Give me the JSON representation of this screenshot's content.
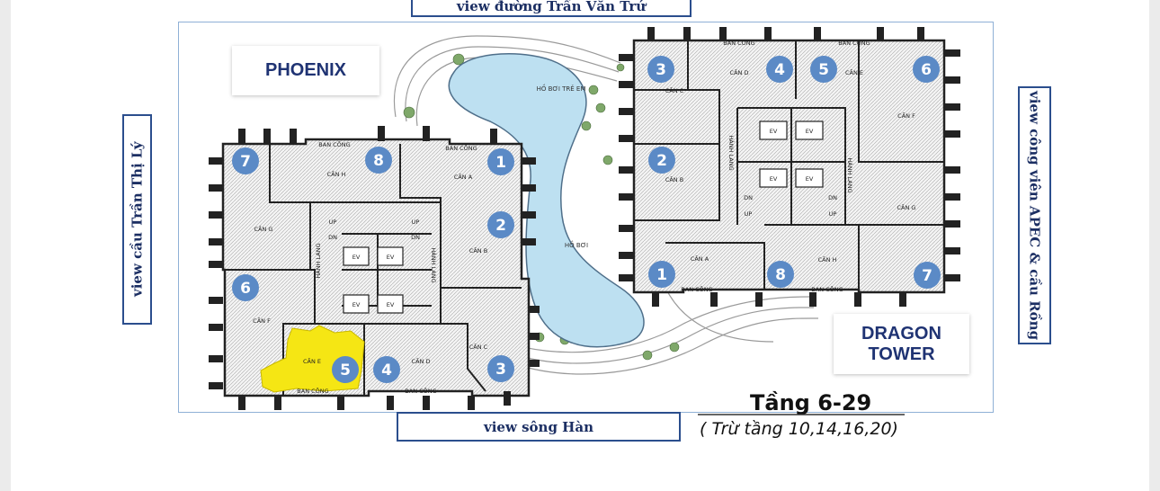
{
  "colors": {
    "frame": "#8fb0d6",
    "badge": "#5b8ac6",
    "pool": "#bde0f1",
    "wall": "#222222",
    "unit_highlight": "#f5e614",
    "label_border": "#2b4e8d",
    "label_text": "#1c2f63"
  },
  "views": {
    "top": "view đường Trần Văn Trứ",
    "bottom": "view sông Hàn",
    "left": "view cầu Trần Thị Lý",
    "right": "view công viên APEC & cầu Rồng"
  },
  "towers": {
    "phoenix": "PHOENIX",
    "dragon_line1": "DRAGON",
    "dragon_line2": "TOWER"
  },
  "floor": {
    "title": "Tầng 6-29",
    "note": "( Trừ tầng 10,14,16,20)"
  },
  "pool": {
    "kids": "HỒ BƠI TRẺ EM",
    "main": "HỒ BƠI"
  },
  "phoenix_units": [
    {
      "badge": "1",
      "label": "CĂN A"
    },
    {
      "badge": "2",
      "label": "CĂN B"
    },
    {
      "badge": "3",
      "label": "CĂN C"
    },
    {
      "badge": "4",
      "label": "CĂN D"
    },
    {
      "badge": "5",
      "label": "CĂN E"
    },
    {
      "badge": "6",
      "label": "CĂN F"
    },
    {
      "badge": "7",
      "label": "CĂN G"
    },
    {
      "badge": "8",
      "label": "CĂN H"
    }
  ],
  "dragon_units": [
    {
      "badge": "1",
      "label": "CĂN A"
    },
    {
      "badge": "2",
      "label": "CĂN B"
    },
    {
      "badge": "3",
      "label": "CĂN C"
    },
    {
      "badge": "4",
      "label": "CĂN D"
    },
    {
      "badge": "5",
      "label": "CĂN E"
    },
    {
      "badge": "6",
      "label": "CĂN F"
    },
    {
      "badge": "7",
      "label": "CĂN G"
    },
    {
      "badge": "8",
      "label": "CĂN H"
    }
  ],
  "rooms": {
    "balcony": "BAN CÔNG",
    "lift": "EV",
    "corridor": "HÀNH LANG",
    "up": "UP",
    "down": "DN"
  },
  "highlighted_unit": "CĂN E"
}
